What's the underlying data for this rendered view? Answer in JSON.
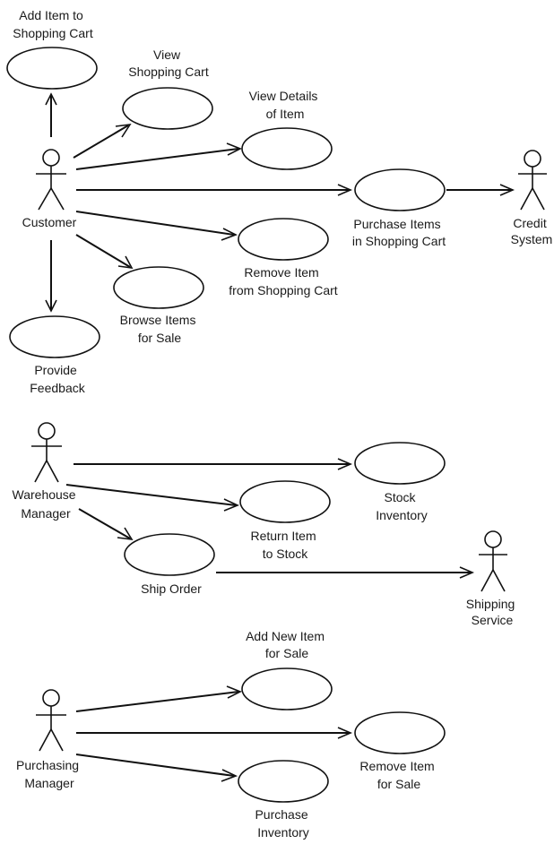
{
  "diagram": {
    "type": "uml-use-case",
    "actors": {
      "customer": {
        "name": "Customer"
      },
      "credit_system": {
        "name": "Credit System",
        "lines": [
          "Credit",
          "System"
        ]
      },
      "warehouse_manager": {
        "name": "Warehouse Manager",
        "lines": [
          "Warehouse",
          "Manager"
        ]
      },
      "shipping_service": {
        "name": "Shipping Service",
        "lines": [
          "Shipping",
          "Service"
        ]
      },
      "purchasing_manager": {
        "name": "Purchasing Manager",
        "lines": [
          "Purchasing",
          "Manager"
        ]
      }
    },
    "use_cases": {
      "add_item": {
        "name": "Add Item to Shopping Cart",
        "lines": [
          "Add Item to",
          "Shopping Cart"
        ]
      },
      "view_cart": {
        "name": "View Shopping Cart",
        "lines": [
          "View",
          "Shopping Cart"
        ]
      },
      "view_details": {
        "name": "View Details of Item",
        "lines": [
          "View Details",
          "of Item"
        ]
      },
      "purchase_items": {
        "name": "Purchase Items in Shopping Cart",
        "lines": [
          "Purchase Items",
          "in Shopping Cart"
        ]
      },
      "remove_item_cart": {
        "name": "Remove Item from Shopping Cart",
        "lines": [
          "Remove Item",
          "from Shopping Cart"
        ]
      },
      "browse_items": {
        "name": "Browse Items for Sale",
        "lines": [
          "Browse Items",
          "for Sale"
        ]
      },
      "provide_feedback": {
        "name": "Provide Feedback",
        "lines": [
          "Provide",
          "Feedback"
        ]
      },
      "stock_inventory": {
        "name": "Stock Inventory",
        "lines": [
          "Stock",
          "Inventory"
        ]
      },
      "return_item": {
        "name": "Return Item to Stock",
        "lines": [
          "Return Item",
          "to Stock"
        ]
      },
      "ship_order": {
        "name": "Ship Order",
        "lines": [
          "Ship Order"
        ]
      },
      "add_new_item": {
        "name": "Add New Item for Sale",
        "lines": [
          "Add New Item",
          "for Sale"
        ]
      },
      "remove_item_sale": {
        "name": "Remove Item for Sale",
        "lines": [
          "Remove Item",
          "for Sale"
        ]
      },
      "purchase_inventory": {
        "name": "Purchase Inventory",
        "lines": [
          "Purchase",
          "Inventory"
        ]
      }
    },
    "associations": [
      {
        "from": "Customer",
        "to": "Add Item to Shopping Cart"
      },
      {
        "from": "Customer",
        "to": "View Shopping Cart"
      },
      {
        "from": "Customer",
        "to": "View Details of Item"
      },
      {
        "from": "Customer",
        "to": "Purchase Items in Shopping Cart"
      },
      {
        "from": "Customer",
        "to": "Remove Item from Shopping Cart"
      },
      {
        "from": "Customer",
        "to": "Browse Items for Sale"
      },
      {
        "from": "Customer",
        "to": "Provide Feedback"
      },
      {
        "from": "Purchase Items in Shopping Cart",
        "to": "Credit System"
      },
      {
        "from": "Warehouse Manager",
        "to": "Stock Inventory"
      },
      {
        "from": "Warehouse Manager",
        "to": "Return Item to Stock"
      },
      {
        "from": "Warehouse Manager",
        "to": "Ship Order"
      },
      {
        "from": "Ship Order",
        "to": "Shipping Service"
      },
      {
        "from": "Purchasing Manager",
        "to": "Add New Item for Sale"
      },
      {
        "from": "Purchasing Manager",
        "to": "Remove Item for Sale"
      },
      {
        "from": "Purchasing Manager",
        "to": "Purchase Inventory"
      }
    ]
  }
}
